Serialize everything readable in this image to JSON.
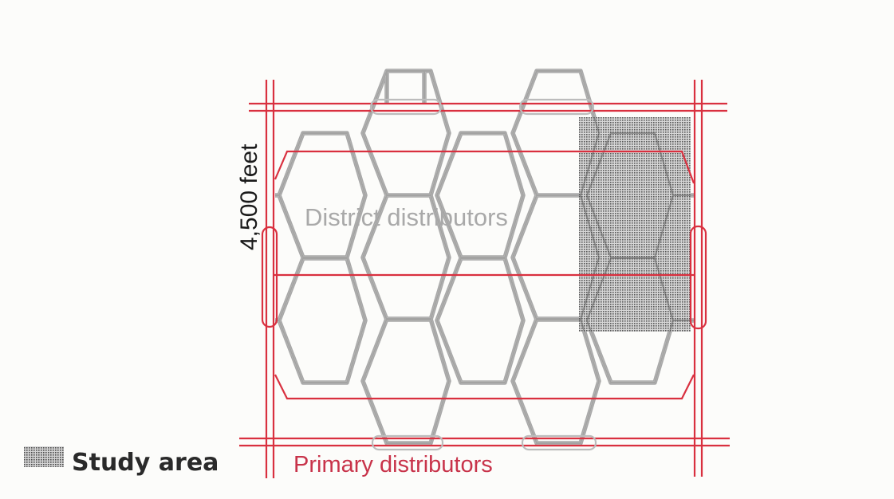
{
  "labels": {
    "scale": "4,500 feet",
    "district": "District distributors",
    "primary": "Primary distributors",
    "legend": "Study area"
  },
  "colors": {
    "primary_road": "#d9303f",
    "district_road": "#b8b8b8",
    "study_area": "#6a6a6a",
    "background": "#fcfcfa"
  }
}
